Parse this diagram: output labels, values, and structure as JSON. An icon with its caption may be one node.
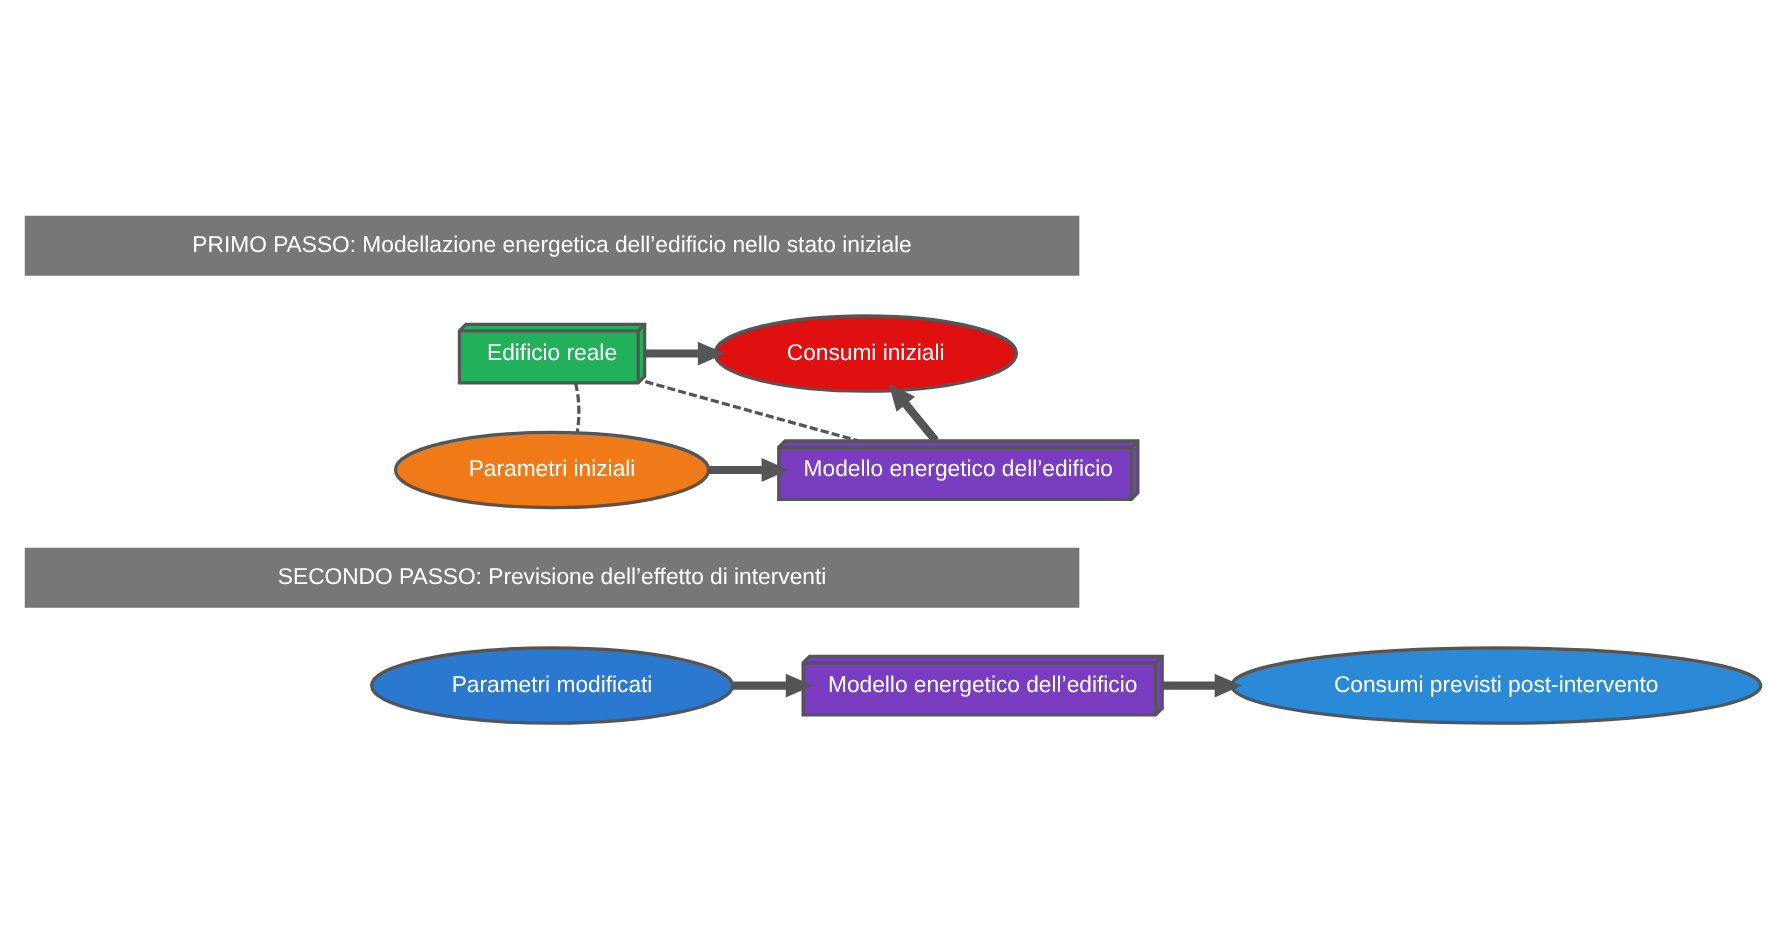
{
  "diagram": {
    "nodes": [
      {
        "text": [
          "Edificio reale"
        ]
      },
      {
        "text": [
          "Consumi iniziali"
        ]
      },
      {
        "text": [
          "Parametri iniziali"
        ]
      },
      {
        "text": [
          "Modello energetico dell’edificio"
        ]
      },
      {
        "text": [
          "Parametri modificati"
        ]
      },
      {
        "text": [
          "Modello energetico dell’edificio"
        ]
      },
      {
        "text": [
          "Consumi previsti post-intervento"
        ]
      }
    ],
    "edges": [
      {
        "from": 0,
        "to": 1,
        "arrow": "to"
      },
      {
        "from": 0,
        "to": 3,
        "arrow": "none",
        "style": "dashed"
      },
      {
        "from": 0,
        "to": 2,
        "arrow": "none",
        "style": "dashed"
      },
      {
        "from": 2,
        "to": 3,
        "arrow": "to"
      },
      {
        "from": 3,
        "to": 1,
        "arrow": "to"
      },
      {
        "from": 4,
        "to": 5,
        "arrow": "to"
      },
      {
        "from": 5,
        "to": 6,
        "arrow": "to"
      }
    ],
    "labels": [
      "PRIMO PASSO: Modellazione energetica dell’edificio nello stato iniziale",
      "SECONDO PASSO: Previsione dell’effetto di interventi"
    ]
  }
}
